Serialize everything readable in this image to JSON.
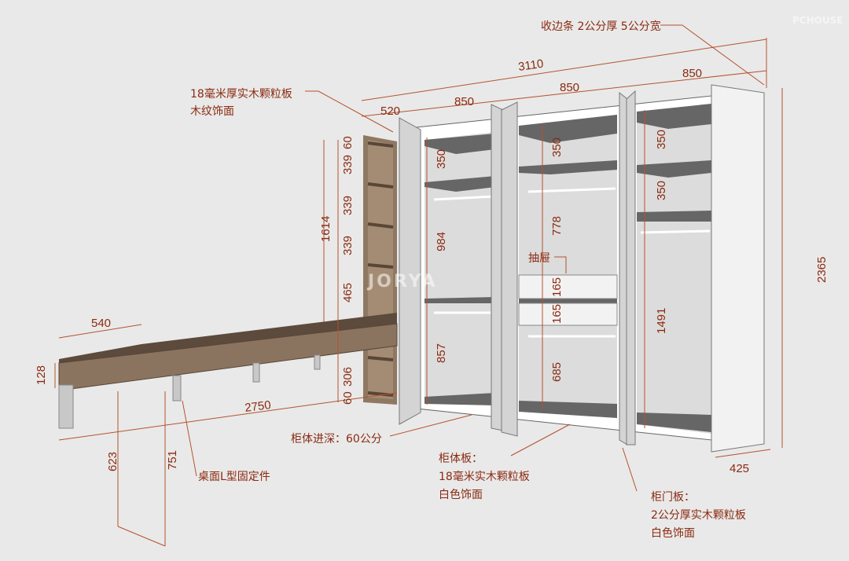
{
  "watermarks": {
    "brand": "PCHOUSE",
    "maker": "JORYA"
  },
  "notes": {
    "trim_strip": "收边条 2公分厚 5公分宽",
    "shelf_material_1": "18毫米厚实木颗粒板",
    "shelf_material_2": "木纹饰面",
    "drawer": "抽屉",
    "depth": "柜体进深：60公分",
    "bracket": "桌面L型固定件",
    "body_panel_1": "柜体板：",
    "body_panel_2": "18毫米实木颗粒板",
    "body_panel_3": "白色饰面",
    "door_panel_1": "柜门板：",
    "door_panel_2": "2公分厚实木颗粒板",
    "door_panel_3": "白色饰面"
  },
  "dimensions": {
    "total_width": "3110",
    "widths": [
      "520",
      "850",
      "850",
      "850"
    ],
    "height_total": "2365",
    "side_depth": "425",
    "bookshelf": {
      "total": "1614",
      "segments": [
        "60",
        "339",
        "339",
        "339",
        "465",
        "306",
        "60"
      ]
    },
    "col1": [
      "350",
      "984",
      "857"
    ],
    "col2": [
      "350",
      "778",
      "165",
      "165",
      "685"
    ],
    "col3": [
      "350",
      "350",
      "1491"
    ],
    "desk": {
      "depth": "540",
      "thickness": "128",
      "length": "2750",
      "leg_a": "623",
      "leg_b": "751"
    }
  },
  "colors": {
    "annotation": "#8a2a10",
    "background": "#e9e9e9",
    "wood": "#8a7460",
    "panel": "#f4f4f4"
  }
}
